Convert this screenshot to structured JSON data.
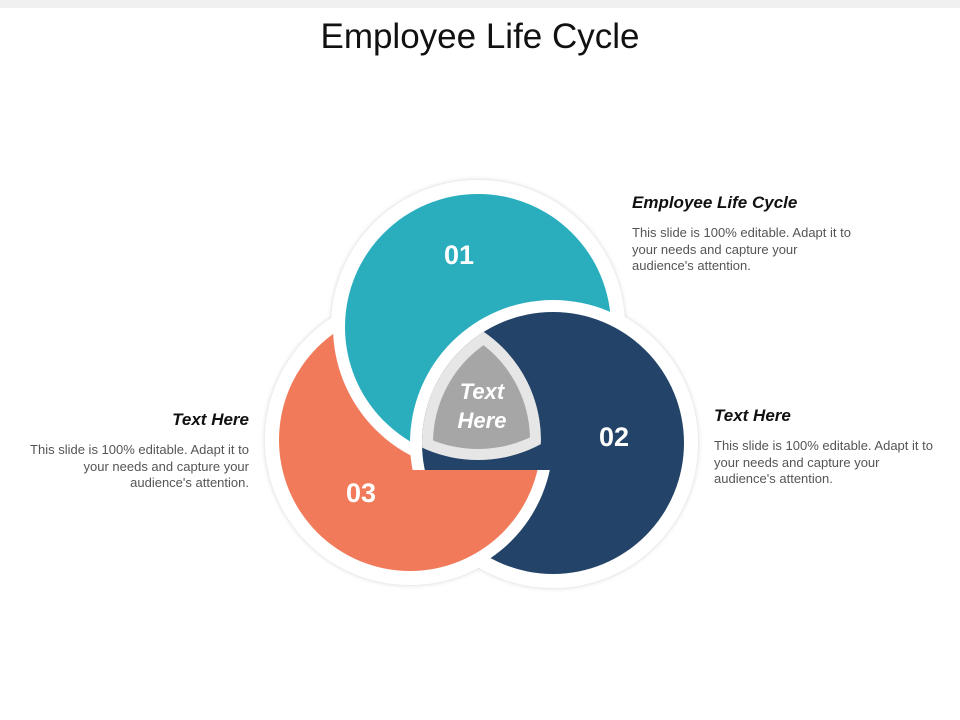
{
  "slide": {
    "title": "Employee Life Cycle"
  },
  "diagram": {
    "segments": [
      {
        "number": "01",
        "color": "#2aaebe"
      },
      {
        "number": "02",
        "color": "#234468"
      },
      {
        "number": "03",
        "color": "#f07a5a"
      }
    ],
    "center": {
      "line1": "Text",
      "line2": "Here",
      "fill": "#a6a6a6",
      "border": "#e6e6e6"
    }
  },
  "blocks": [
    {
      "heading": "Employee Life Cycle",
      "body": "This slide is 100% editable. Adapt it to your needs and capture your audience's attention."
    },
    {
      "heading": "Text Here",
      "body": "This slide is 100% editable. Adapt it to your needs and capture your audience's attention."
    },
    {
      "heading": "Text Here",
      "body": "This slide is 100% editable. Adapt it to your needs and capture your audience's attention."
    }
  ]
}
